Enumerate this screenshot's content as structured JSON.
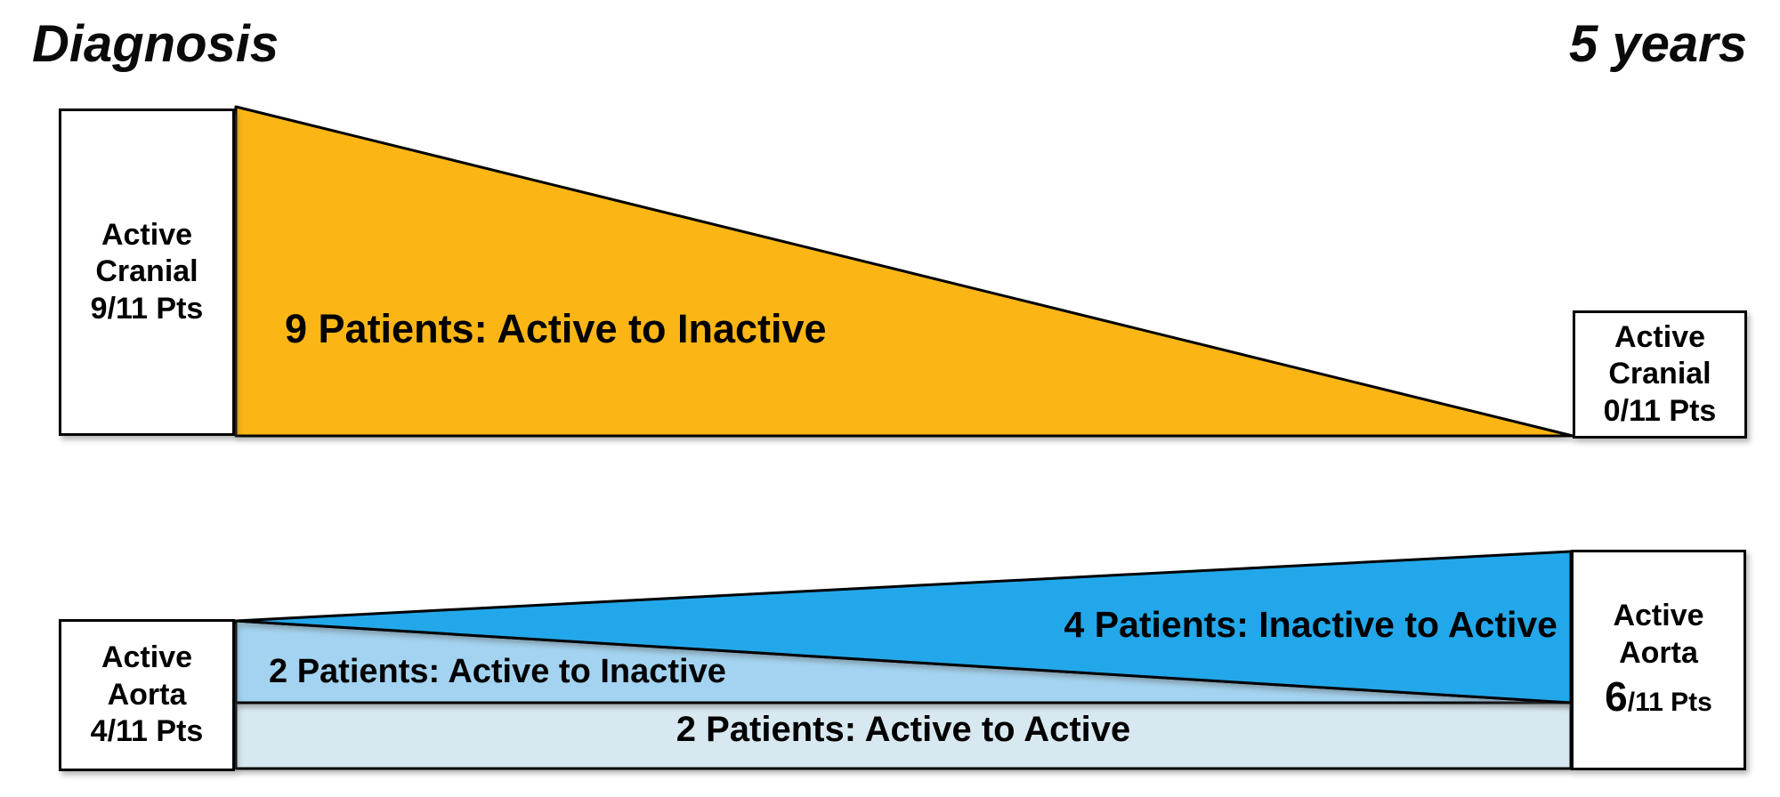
{
  "header": {
    "left_label": "Diagnosis",
    "right_label": "5 years"
  },
  "cranial_row": {
    "start_box": {
      "lines": [
        "Active",
        "Cranial",
        "9/11 Pts"
      ]
    },
    "flow_label": "9 Patients: Active to Inactive",
    "end_box": {
      "lines": [
        "Active",
        "Cranial",
        "0/11 Pts"
      ]
    }
  },
  "aorta_row": {
    "start_box": {
      "lines": [
        "Active",
        "Aorta",
        "4/11 Pts"
      ]
    },
    "flow_labels": {
      "inactive_to_active": "4 Patients: Inactive to Active",
      "active_to_inactive": "2 Patients: Active to Inactive",
      "active_to_active": "2 Patients: Active to Active"
    },
    "end_box": {
      "lines": [
        "Active",
        "Aorta"
      ],
      "count_big": "6",
      "count_rest": "/11 Pts"
    }
  },
  "colors": {
    "cranial_flow": "#FBB615",
    "aorta_inactive_to_active": "#22A8EA",
    "aorta_active_to_inactive": "#A3D3F0",
    "aorta_active_to_active": "#D8E8F0",
    "outline": "#000000"
  }
}
